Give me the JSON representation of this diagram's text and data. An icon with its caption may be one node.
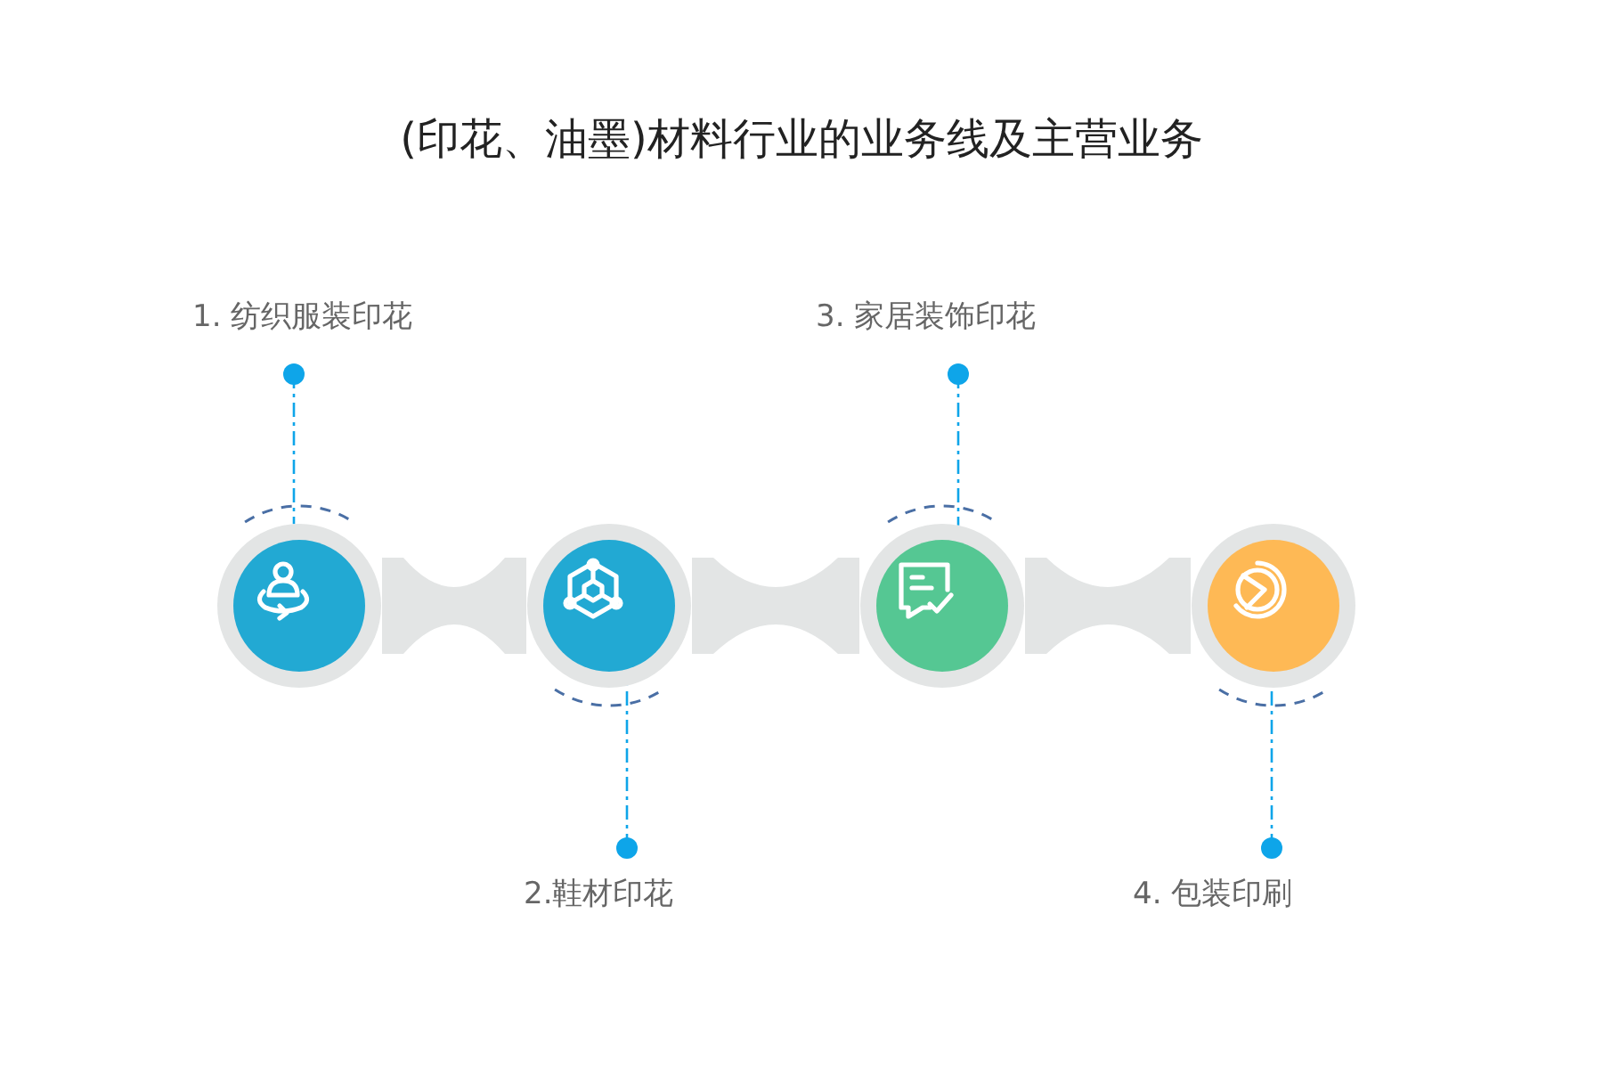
{
  "diagram": {
    "title": "(印花、油墨)材料行业的业务线及主营业务",
    "nodes": [
      {
        "text": [
          "1. 纺织服装印花"
        ]
      },
      {
        "text": [
          "3. 家居装饰印花"
        ]
      },
      {
        "text": [],
        "shape": "circle"
      },
      {
        "text": [],
        "shape": "circle"
      },
      {
        "text": [],
        "shape": "circle"
      },
      {
        "text": [],
        "shape": "circle"
      },
      {
        "text": [
          "2.鞋材印花"
        ]
      },
      {
        "text": [
          "4. 包装印刷"
        ]
      }
    ],
    "edges": [
      {
        "from": 0,
        "to": 2,
        "arrow": "other",
        "style": "dashed"
      },
      {
        "from": 1,
        "to": 4,
        "arrow": "other",
        "style": "dashed"
      },
      {
        "from": 6,
        "to": 3,
        "arrow": "other",
        "style": "dashed"
      },
      {
        "from": 7,
        "to": 5,
        "arrow": "other",
        "style": "dashed"
      },
      {
        "from": 2,
        "to": 3,
        "arrow": "none",
        "style": "thick",
        "color": "#e3e5e5"
      },
      {
        "from": 3,
        "to": 4,
        "arrow": "none",
        "style": "thick",
        "color": "#e3e5e5"
      },
      {
        "from": 4,
        "to": 5,
        "arrow": "none",
        "style": "thick",
        "color": "#e3e5e5"
      }
    ]
  }
}
